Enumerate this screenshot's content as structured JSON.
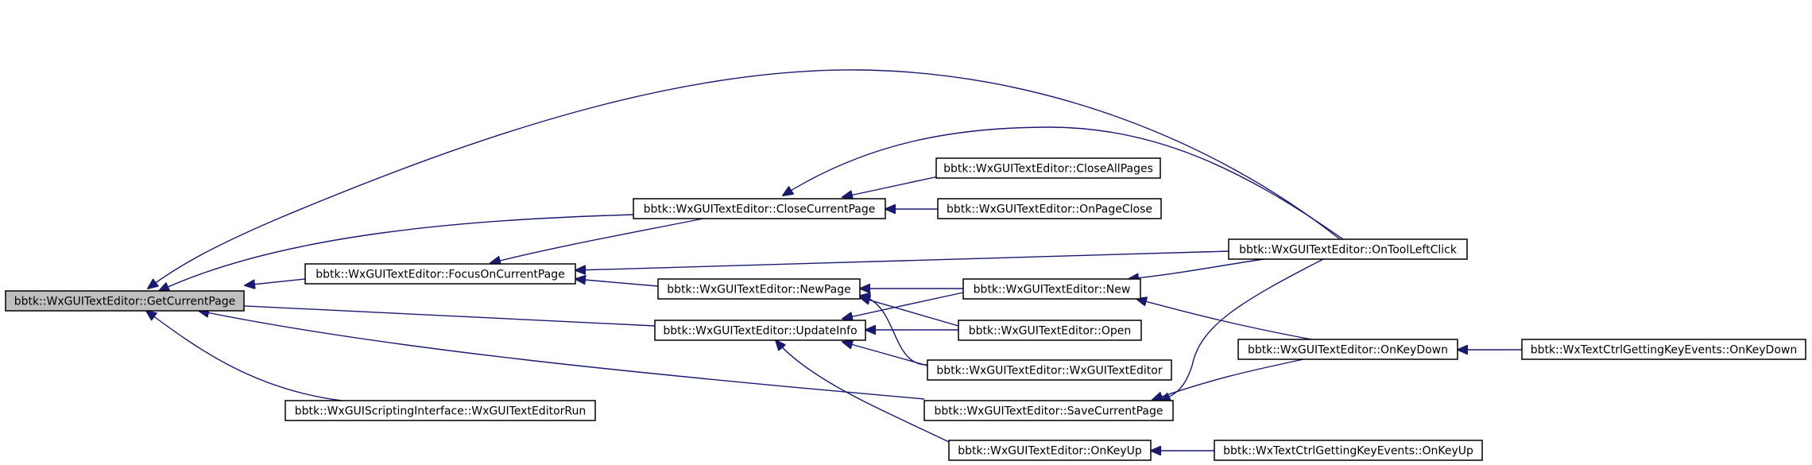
{
  "graph": {
    "edge_color": "#191970",
    "root_fill": "#bfbfbf",
    "nodes": [
      {
        "id": "getcurrentpage",
        "label": "bbtk::WxGUITextEditor::GetCurrentPage",
        "root": true
      },
      {
        "id": "focusoncurrentpage",
        "label": "bbtk::WxGUITextEditor::FocusOnCurrentPage"
      },
      {
        "id": "closecurrentpage",
        "label": "bbtk::WxGUITextEditor::CloseCurrentPage"
      },
      {
        "id": "newpage",
        "label": "bbtk::WxGUITextEditor::NewPage"
      },
      {
        "id": "updateinfo",
        "label": "bbtk::WxGUITextEditor::UpdateInfo"
      },
      {
        "id": "scriptingrun",
        "label": "bbtk::WxGUIScriptingInterface::WxGUITextEditorRun"
      },
      {
        "id": "closeallpages",
        "label": "bbtk::WxGUITextEditor::CloseAllPages"
      },
      {
        "id": "onpageclose",
        "label": "bbtk::WxGUITextEditor::OnPageClose"
      },
      {
        "id": "new",
        "label": "bbtk::WxGUITextEditor::New"
      },
      {
        "id": "open",
        "label": "bbtk::WxGUITextEditor::Open"
      },
      {
        "id": "ctor",
        "label": "bbtk::WxGUITextEditor::WxGUITextEditor"
      },
      {
        "id": "savecurrentpage",
        "label": "bbtk::WxGUITextEditor::SaveCurrentPage"
      },
      {
        "id": "onkeyup",
        "label": "bbtk::WxGUITextEditor::OnKeyUp"
      },
      {
        "id": "ontoolleftclick",
        "label": "bbtk::WxGUITextEditor::OnToolLeftClick"
      },
      {
        "id": "onkeydown",
        "label": "bbtk::WxGUITextEditor::OnKeyDown"
      },
      {
        "id": "keyevents_onkeydown",
        "label": "bbtk::WxTextCtrlGettingKeyEvents::OnKeyDown"
      },
      {
        "id": "keyevents_onkeyup",
        "label": "bbtk::WxTextCtrlGettingKeyEvents::OnKeyUp"
      }
    ],
    "edges": [
      {
        "from": "focusoncurrentpage",
        "to": "getcurrentpage"
      },
      {
        "from": "closecurrentpage",
        "to": "getcurrentpage"
      },
      {
        "from": "updateinfo",
        "to": "getcurrentpage"
      },
      {
        "from": "scriptingrun",
        "to": "getcurrentpage"
      },
      {
        "from": "savecurrentpage",
        "to": "getcurrentpage"
      },
      {
        "from": "ontoolleftclick",
        "to": "getcurrentpage"
      },
      {
        "from": "closecurrentpage",
        "to": "focusoncurrentpage"
      },
      {
        "from": "newpage",
        "to": "focusoncurrentpage"
      },
      {
        "from": "ontoolleftclick",
        "to": "focusoncurrentpage"
      },
      {
        "from": "closeallpages",
        "to": "closecurrentpage"
      },
      {
        "from": "onpageclose",
        "to": "closecurrentpage"
      },
      {
        "from": "ontoolleftclick",
        "to": "closecurrentpage"
      },
      {
        "from": "new",
        "to": "newpage"
      },
      {
        "from": "open",
        "to": "newpage"
      },
      {
        "from": "ctor",
        "to": "newpage"
      },
      {
        "from": "new",
        "to": "updateinfo"
      },
      {
        "from": "open",
        "to": "updateinfo"
      },
      {
        "from": "ctor",
        "to": "updateinfo"
      },
      {
        "from": "onkeyup",
        "to": "updateinfo"
      },
      {
        "from": "ontoolleftclick",
        "to": "new"
      },
      {
        "from": "onkeydown",
        "to": "new"
      },
      {
        "from": "ontoolleftclick",
        "to": "savecurrentpage"
      },
      {
        "from": "onkeydown",
        "to": "savecurrentpage"
      },
      {
        "from": "keyevents_onkeydown",
        "to": "onkeydown"
      },
      {
        "from": "keyevents_onkeyup",
        "to": "onkeyup"
      }
    ]
  }
}
